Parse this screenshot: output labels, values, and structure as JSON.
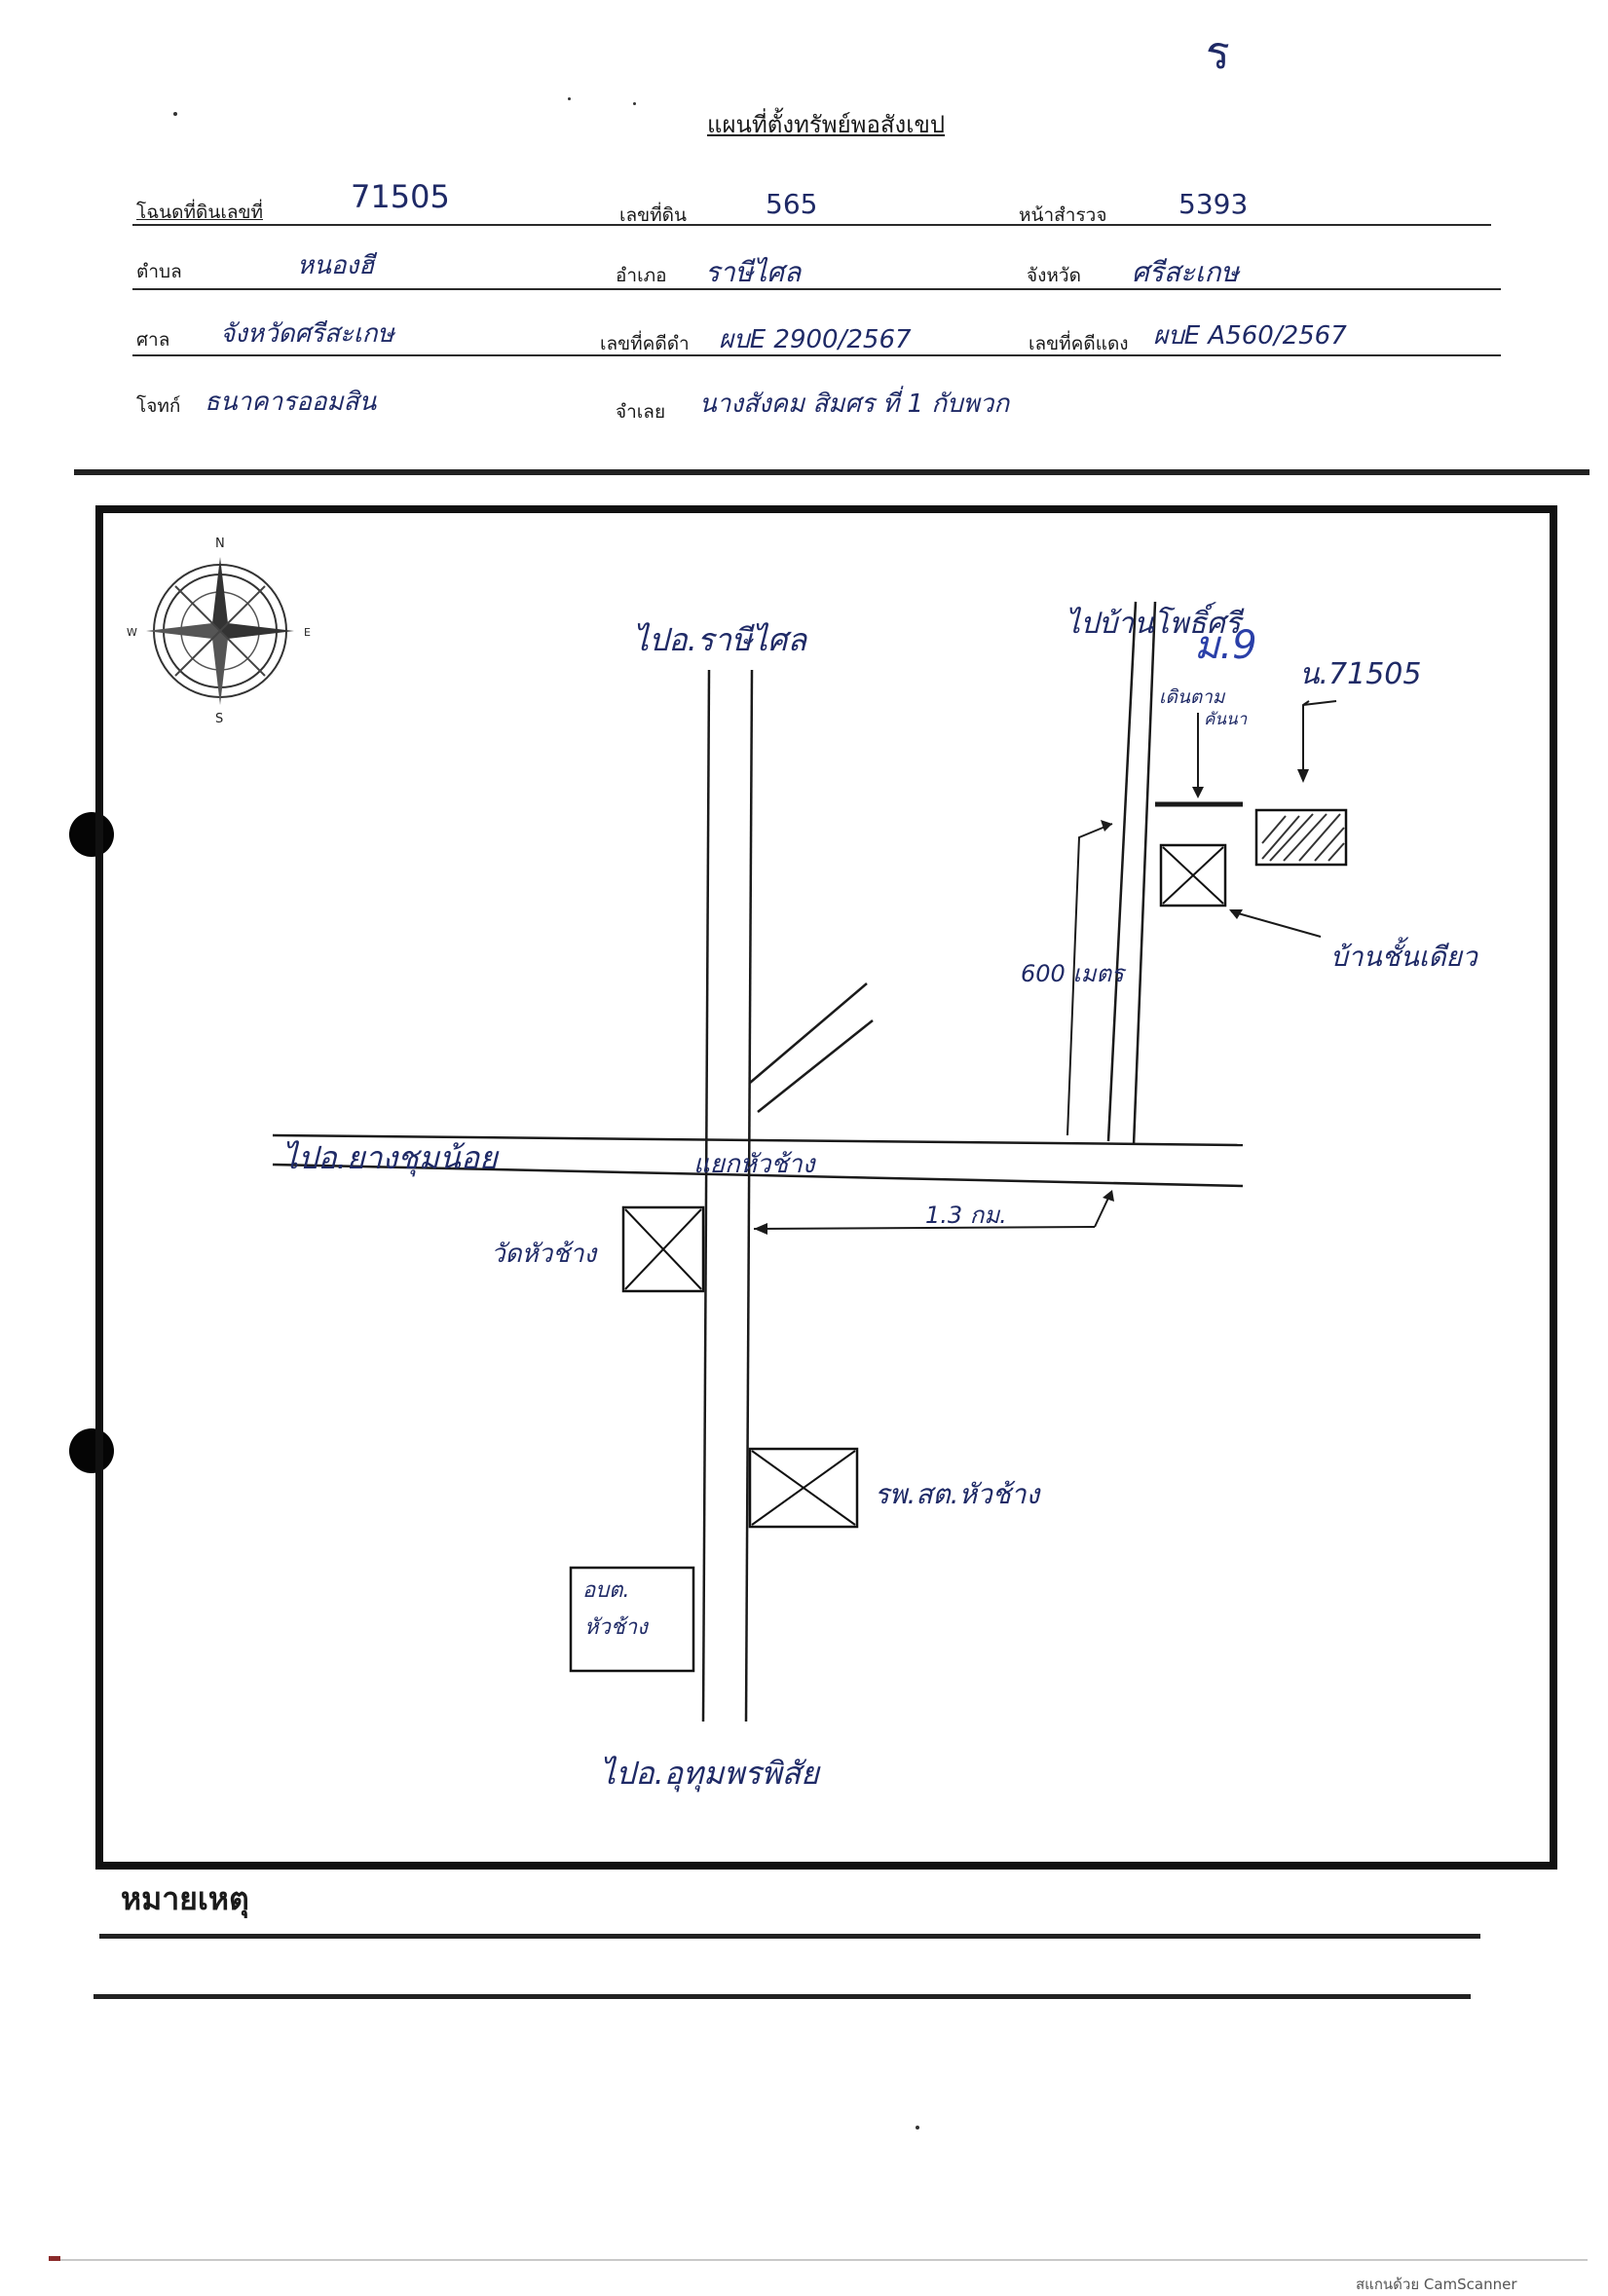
{
  "corner_mark": "ร",
  "title": "แผนที่ตั้งทรัพย์พอสังเขป",
  "form": {
    "deed": {
      "label": "โฉนดที่ดินเลขที่",
      "value": "71505"
    },
    "land_no": {
      "label": "เลขที่ดิน",
      "value": "565"
    },
    "survey_page": {
      "label": "หน้าสำรวจ",
      "value": "5393"
    },
    "subdistrict": {
      "label": "ตำบล",
      "value": "หนองฮี"
    },
    "district": {
      "label": "อำเภอ",
      "value": "ราษีไศล"
    },
    "province": {
      "label": "จังหวัด",
      "value": "ศรีสะเกษ"
    },
    "court": {
      "label": "ศาล",
      "value": "จังหวัดศรีสะเกษ"
    },
    "black_case": {
      "label": "เลขที่คดีดำ",
      "value": "ผบE 2900/2567"
    },
    "red_case": {
      "label": "เลขที่คดีแดง",
      "value": "ผบE A560/2567"
    },
    "plaintiff": {
      "label": "โจทก์",
      "value": "ธนาคารออมสิน"
    },
    "defendant": {
      "label": "จำเลย",
      "value": "นางสังคม สิมศร ที่ 1 กับพวก"
    }
  },
  "map": {
    "compass": {
      "n": "N",
      "s": "S",
      "e": "E",
      "w": "W"
    },
    "labels": {
      "to_rasi_salai": "ไปอ.ราษีไศล",
      "to_ban_pho_si": "ไปบ้านโพธิ์ศรี",
      "moo": "ม.9",
      "walk_path": "เดินตาม",
      "path": "คันนา",
      "deed_ref": "น.71505",
      "distance_600": "600 เมตร",
      "green_house": "บ้านชั้นเดียว",
      "to_yang_chum": "ไปอ.ยางชุมน้อย",
      "intersection": "แยกหัวช้าง",
      "distance_13": "1.3 กม.",
      "wat": "วัดหัวช้าง",
      "hospital": "รพ.สต.หัวช้าง",
      "school_1": "อบต.",
      "school_2": "หัวช้าง",
      "to_uthumphon": "ไปอ.อุทุมพรพิสัย"
    }
  },
  "remarks_label": "หมายเหตุ",
  "watermark": "สแกนด้วย CamScanner"
}
